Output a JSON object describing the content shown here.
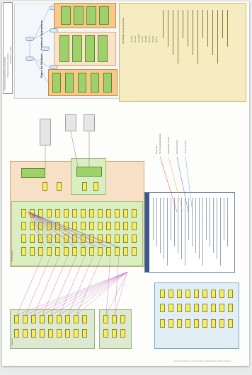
{
  "document": {
    "title": "Plans de Stations – Review of Operations",
    "section_synthesis": "Synthèse de la structure",
    "left_margin_lines": [
      "COMMANDE EQUIPEMENTS DE PROCESSUS",
      "Ordonnancement des systèmes",
      "SYNOPTIQUE - PLANS"
    ],
    "footer_text": "SYNOPTIQUE STRUCTURE - FLUX DES DONNEES - PLANS GENERAUX - PARTIE SUPERIEURE",
    "legend_heading": "Légende",
    "legend_items": [
      "Transmission des données",
      "Processus de contrôle",
      "Flux d'information",
      "Liaison principale"
    ],
    "synthesis_codes": [
      "01-CAPT",
      "02-CAPT",
      "03-GAUGE",
      "04-MOD",
      "05-DEST",
      "06-INFO",
      "07-ALIM",
      "08-SUP"
    ],
    "area_labels": {
      "left_top": "Infrastructure",
      "left_bottom": "Processus"
    }
  },
  "colors": {
    "yellow": "#f6ed5a",
    "green": "#9fd16b",
    "orange": "#f7c88a",
    "blue": "#dbe8f4",
    "line_red": "#e04848",
    "line_blue": "#4a6fd8",
    "line_purple": "#b766b8"
  }
}
